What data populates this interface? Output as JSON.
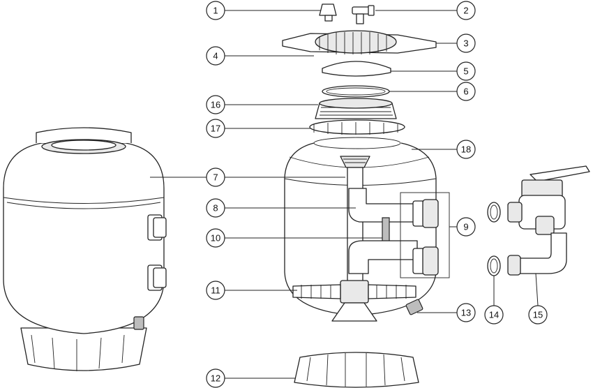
{
  "diagram": {
    "callouts": [
      {
        "num": "1"
      },
      {
        "num": "2"
      },
      {
        "num": "3"
      },
      {
        "num": "4"
      },
      {
        "num": "5"
      },
      {
        "num": "6"
      },
      {
        "num": "7"
      },
      {
        "num": "8"
      },
      {
        "num": "9"
      },
      {
        "num": "10"
      },
      {
        "num": "11"
      },
      {
        "num": "12"
      },
      {
        "num": "13"
      },
      {
        "num": "14"
      },
      {
        "num": "15"
      },
      {
        "num": "16"
      },
      {
        "num": "17"
      },
      {
        "num": "18"
      }
    ]
  }
}
